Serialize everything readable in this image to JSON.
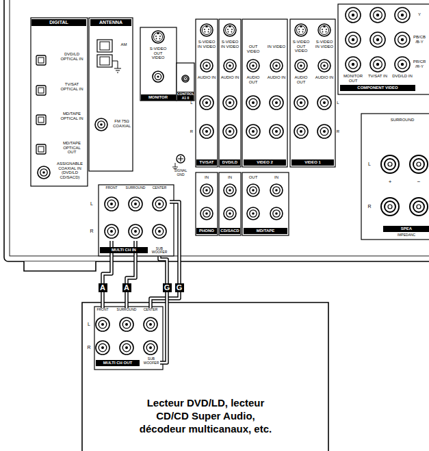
{
  "diagram": {
    "nodes": [
      {
        "text": [
          "MULTI CH IN"
        ]
      },
      {
        "text": [
          "FRONT"
        ],
        "in": 0
      },
      {
        "text": [
          "SURROUND"
        ],
        "in": 0
      },
      {
        "text": [
          "CENTER"
        ],
        "in": 0
      },
      {
        "text": [
          "SUB WOOFER"
        ],
        "in": 0
      },
      {
        "text": [
          "Lecteur DVD/LD, lecteur CD/CD Super Audio, décodeur multicanaux, etc."
        ]
      },
      {
        "text": [
          "MULTI CH OUT"
        ],
        "in": 5
      },
      {
        "text": [
          "FRONT"
        ],
        "in": 6
      },
      {
        "text": [
          "SURROUND"
        ],
        "in": 6
      },
      {
        "text": [
          "CENTER"
        ],
        "in": 6
      },
      {
        "text": [
          "SUB WOOFER"
        ],
        "in": 6
      }
    ],
    "edges": [
      {
        "from": 7,
        "to": 1,
        "arrow": "none",
        "label": "A"
      },
      {
        "from": 8,
        "to": 2,
        "arrow": "none",
        "label": "A"
      },
      {
        "from": 9,
        "to": 3,
        "arrow": "none",
        "label": "G"
      },
      {
        "from": 10,
        "to": 4,
        "arrow": "none",
        "label": "G"
      }
    ],
    "labels": [
      "DIGITAL",
      "ANTENNA",
      "DVD/LD OPTICAL IN",
      "TV/SAT OPTICAL IN",
      "MD/TAPE OPTICAL IN",
      "MD/TAPE OPTICAL OUT",
      "ASSIGNABLE COAXIAL IN (DVD/LD CD/SACD)",
      "AM",
      "FM 75Ω COAXIAL",
      "S-VIDEO OUT VIDEO",
      "MONITOR",
      "CONTROL A1 II",
      "S-VIDEO IN VIDEO",
      "AUDIO IN",
      "TV/SAT",
      "S-VIDEO IN VIDEO",
      "AUDIO IN",
      "DVD/LD",
      "OUT VIDEO",
      "IN VIDEO",
      "AUDIO OUT",
      "AUDIO IN",
      "VIDEO 2",
      "S-VIDEO OUT VIDEO",
      "S-VIDEO IN VIDEO",
      "AUDIO OUT",
      "AUDIO IN",
      "VIDEO 1",
      "L",
      "R",
      "L",
      "R",
      "Y",
      "PB/CB /B-Y",
      "PR/CR /R-Y",
      "MONITOR OUT",
      "TV/SAT IN",
      "DVD/LD IN",
      "COMPONENT VIDEO",
      "SIGNAL GND",
      "IN",
      "IN",
      "OUT",
      "IN",
      "PHONO",
      "CD/SACD",
      "MD/TAPE",
      "L",
      "R",
      "SURROUND",
      "L",
      "R",
      "+",
      "−",
      "SPEA",
      "IMPEDANC",
      "L",
      "R"
    ]
  }
}
